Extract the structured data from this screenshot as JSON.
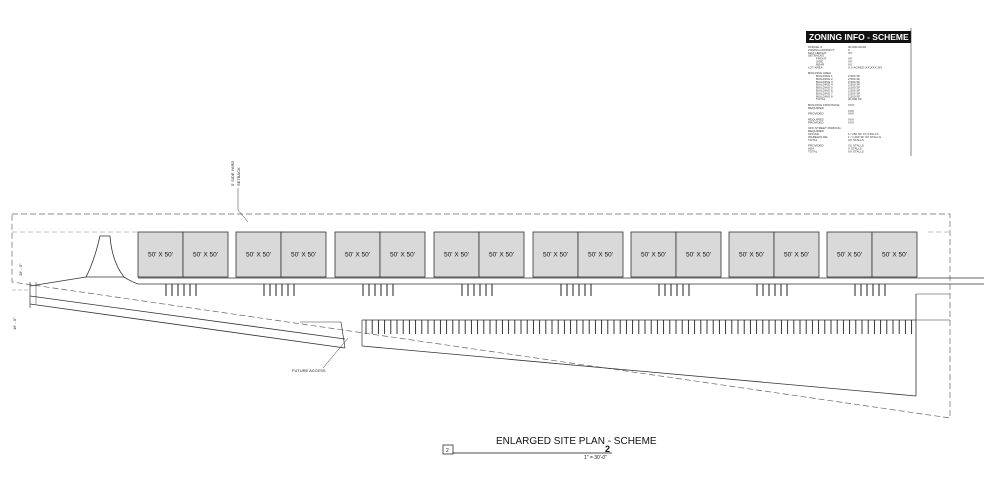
{
  "sheet": {
    "title": "ENLARGED SITE PLAN - SCHEME",
    "title_number": "2",
    "tag": "2",
    "scale": "1\" = 30'-0\""
  },
  "buildings": [
    {
      "label": "50' X 50'"
    },
    {
      "label": "50' X 50'"
    },
    {
      "label": "50' X 50'"
    },
    {
      "label": "50' X 50'"
    },
    {
      "label": "50' X 50'"
    },
    {
      "label": "50' X 50'"
    },
    {
      "label": "50' X 50'"
    },
    {
      "label": "50' X 50'"
    },
    {
      "label": "50' X 50'"
    },
    {
      "label": "50' X 50'"
    },
    {
      "label": "50' X 50'"
    },
    {
      "label": "50' X 50'"
    },
    {
      "label": "50' X 50'"
    },
    {
      "label": "50' X 50'"
    },
    {
      "label": "50' X 50'"
    },
    {
      "label": "50' X 50'"
    }
  ],
  "notes": {
    "future_access": "FUTURE ACCESS",
    "setback_line1": "5' SIDE YARD",
    "setback_line2": "SETBACK",
    "dim_left_top": "16' - 0\"",
    "dim_left_bottom": "16' - 0\""
  },
  "zoning": {
    "title": "ZONING INFO - SCHEME 2",
    "rows": [
      [
        "PARCEL #",
        "00-000-00-00"
      ],
      [
        "ZONING DISTRICT",
        "X"
      ],
      [
        "MAX HEIGHT",
        "XX'"
      ],
      [
        "SETBACKS",
        ""
      ],
      [
        "FRONT",
        "XX'"
      ],
      [
        "SIDE",
        "XX'"
      ],
      [
        "REAR",
        "XX'"
      ],
      [
        "LOT AREA",
        "X.X ACRES (XX,XXX SF)"
      ],
      [
        "",
        ""
      ],
      [
        "BUILDING AREA",
        ""
      ],
      [
        "BUILDING 1",
        "2,500 SF"
      ],
      [
        "BUILDING 2",
        "2,500 SF"
      ],
      [
        "BUILDING 3",
        "2,500 SF"
      ],
      [
        "BUILDING 4",
        "2,500 SF"
      ],
      [
        "BUILDING 5",
        "2,500 SF"
      ],
      [
        "BUILDING 6",
        "2,500 SF"
      ],
      [
        "BUILDING 7",
        "2,500 SF"
      ],
      [
        "BUILDING 8",
        "2,500 SF"
      ],
      [
        "TOTAL",
        "20,000 SF"
      ],
      [
        "",
        ""
      ],
      [
        "BUILDING FRONTAGE",
        "XXX'"
      ],
      [
        "REQUIRED",
        ""
      ],
      [
        "",
        "XXX"
      ],
      [
        "PROVIDED",
        "XXX"
      ],
      [
        "",
        ""
      ],
      [
        "REQUIRED",
        "XXX"
      ],
      [
        "PROVIDED",
        "XXX"
      ],
      [
        "",
        ""
      ],
      [
        "OFF-STREET PARKING",
        ""
      ],
      [
        "REQUIRED",
        ""
      ],
      [
        "OFFICE",
        "1 / 250 SF    XX STALLS"
      ],
      [
        "WAREHOUSE",
        "1 / 1,000 SF    XX STALLS"
      ],
      [
        "TOTAL",
        "XX STALLS"
      ],
      [
        "",
        ""
      ],
      [
        "PROVIDED",
        "XX STALLS"
      ],
      [
        "ADA",
        "X STALLS"
      ],
      [
        "TOTAL",
        "XX STALLS"
      ]
    ]
  }
}
